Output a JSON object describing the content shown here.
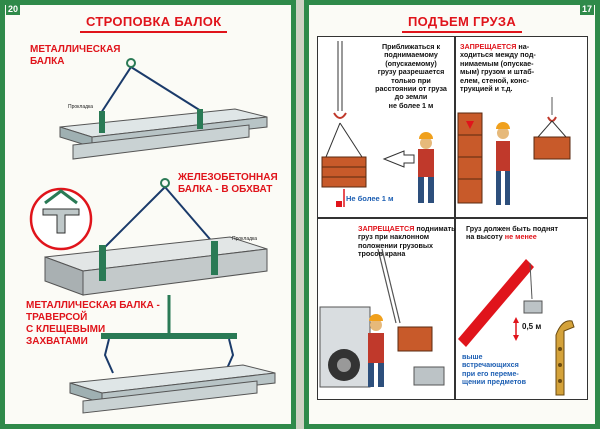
{
  "left": {
    "page_number": "20",
    "title": "СТРОПОВКА БАЛОК",
    "label1": "МЕТАЛЛИЧЕСКАЯ\nБАЛКА",
    "label2": "ЖЕЛЕЗОБЕТОННАЯ\nБАЛКА - В ОБХВАТ",
    "label3": "МЕТАЛЛИЧЕСКАЯ БАЛКА -\nТРАВЕРСОЙ\nС КЛЕЩЕВЫМИ\nЗАХВАТАМИ",
    "prokladka1": "Прокладка",
    "prokladka2": "Прокладка"
  },
  "right": {
    "page_number": "17",
    "title": "ПОДЪЕМ ГРУЗА",
    "p1_text": "Приближаться к\nподнимаемому\n(опускаемому)\nгрузу разрешается\nтолько при\nрасстоянии от груза\nдо земли\nне более 1 м",
    "p1_caption": "Не более 1 м",
    "p2_red": "ЗАПРЕЩАЕТСЯ",
    "p2_text": " на-\nходиться между под-\nнимаемым (опускае-\nмым) грузом и штаб-\nелем, стеной, конс-\nтрукцией и т.д.",
    "p3_red": "ЗАПРЕЩАЕТСЯ",
    "p3_text": " поднимать\nгруз при наклонном\nположении грузовых\nтросов крана",
    "p4_text": "Груз должен быть поднят\nна высоту ",
    "p4_red": "не менее",
    "p4_dim": "0,5 м",
    "p4_blue": "выше\nвстречающихся\nпри его переме-\nщении предметов"
  },
  "colors": {
    "frame": "#2f8a4a",
    "accent": "#e0141b",
    "beam": "#cfd8d9",
    "crate": "#c85a2a"
  }
}
